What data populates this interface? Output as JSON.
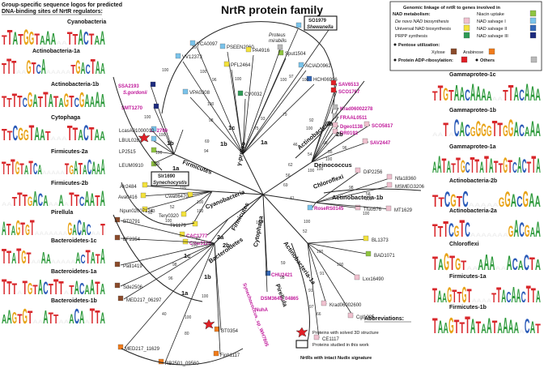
{
  "title": "NrtR protein family",
  "left_header": [
    "Group-specific sequence logos for predicted",
    "DNA-binding sites of NrtR regulators:"
  ],
  "left_logos": [
    {
      "label": "Cyanobacteria",
      "seq": "TTATGGTAAA..TTACTAA"
    },
    {
      "label": "Actinobacteria-1a",
      "seq": "TTT..GTCA.....TGACTAA"
    },
    {
      "label": "Actinobacteria-1b",
      "seq": "TTTTCGATTATAGTCGAAAA"
    },
    {
      "label": "Cytophaga",
      "seq": "TTCGGTAAT...TTACTAA"
    },
    {
      "label": "Firmicutes-2a",
      "seq": "TTTGTATCA.....TGATACAAA"
    },
    {
      "label": "Firmicutes-2b",
      "seq": "..TTTGACA..A.TTCAATA"
    },
    {
      "label": "Pirellula",
      "seq": "ATAGTGT.......GACAC..T"
    },
    {
      "label": "Bacteroidetes-1c",
      "seq": "TTATGT..AA.....ACTATA"
    },
    {
      "label": "Bacteroidetes-1a",
      "seq": "TTT.TGTACTTT.TACAATA"
    },
    {
      "label": "Bacteroidetes-1b",
      "seq": "AAGTGT..ATT..ACA.TTA"
    }
  ],
  "right_logos": [
    {
      "label": "Gammaproteo-1c",
      "seq": "TTGTAACAAAA..TTACAAA"
    },
    {
      "label": "Gammaproteo-1b",
      "seq": "..T.CACGGGGTTGGACAAA"
    },
    {
      "label": "Gammaproteo-1a",
      "seq": "AATATTGCTTATATTGTCACTTA"
    },
    {
      "label": "Actinobacteria-2b",
      "seq": "TTCGTC.....GGACGAA"
    },
    {
      "label": "Actinobacteria-2a",
      "seq": "TTTCGTC.......GACGAA"
    },
    {
      "label": "Chloroflexi",
      "seq": "TAGTGT..AAA..ACACTA"
    },
    {
      "label": "Firmicutes-1a",
      "seq": "TAAGTTGT....TTACAACTTA"
    },
    {
      "label": "Firmicutes-1b",
      "seq": "TAAGTTTATAATAAAA.CAT"
    }
  ],
  "legend": {
    "title": [
      "Genomic linkage of nrtR to genes involved in",
      "NAD metabolism:"
    ],
    "items": [
      {
        "label": "NAD metabolism:",
        "color": ""
      },
      {
        "label": "Niacin uptake",
        "color": "#8fc43f"
      },
      {
        "label": "De novo NAD biosynthesis",
        "color": "#f0c1cf"
      },
      {
        "label": "NAD salvage I",
        "color": "#7ac3ea"
      },
      {
        "label": "Universal NAD biosynthesis",
        "color": "#f3e23b"
      },
      {
        "label": "NAD salvage II",
        "color": "#3468b8"
      },
      {
        "label": "PRPP synthesis",
        "color": "#2f9a56"
      },
      {
        "label": "NAD salvage III",
        "color": "#1d2b7e"
      },
      {
        "label": "Pentose utilization:",
        "color": ""
      },
      {
        "label": "Xylose",
        "color": "#8b4b2b"
      },
      {
        "label": "Arabinose",
        "color": "#f07b1b"
      },
      {
        "label": "Protein ADP-ribosylation:",
        "color": "#e01f26"
      },
      {
        "label": "Others",
        "color": "#b9b9b9"
      }
    ]
  },
  "abbreviations": {
    "title": "Abbreviations:",
    "star_label": "Proteins with solved 3D structure",
    "box_label": "Proteins studied in this work",
    "pink_label": "NrtRs with intact Nudix signature"
  },
  "clade_labels": [
    "Actinobacteria",
    "2a",
    "2b",
    "Deinococcus",
    "γ-proteo",
    "1c",
    "1b",
    "1a",
    "1a",
    "1b",
    "Firmicutes",
    "Cyanobacteria",
    "Chloroflexi",
    "Actinobacteria-1b",
    "Actinobacteria-1a",
    "Firmicutes",
    "2a",
    "2b",
    "Cytophaga",
    "Bacteroidetes",
    "Pirellula",
    "1c",
    "1b",
    "1a"
  ],
  "leaves": [
    {
      "name": "VCA0097",
      "color": "#7ac3ea",
      "pink": false
    },
    {
      "name": "PSEEN2060",
      "color": "#7ac3ea",
      "pink": false
    },
    {
      "name": "PA4916",
      "color": "#f3e23b",
      "pink": false
    },
    {
      "name": "VV12373",
      "color": "#7ac3ea",
      "pink": false
    },
    {
      "name": "PFL2464",
      "color": "#f3e23b",
      "pink": false
    },
    {
      "name": "Proteus",
      "color": "#b9b9b9",
      "pink": false
    },
    {
      "name": "mirabilis",
      "color": "",
      "pink": false
    },
    {
      "name": "SO1979",
      "color": "#7ac3ea",
      "pink": false
    },
    {
      "name": "Shewanella",
      "color": "",
      "pink": false
    },
    {
      "name": "Sput1504",
      "color": "#8fc43f",
      "pink": false
    },
    {
      "name": "ACIAD0962",
      "color": "#7ac3ea",
      "pink": false
    },
    {
      "name": "HCH06996",
      "color": "#3468b8",
      "pink": false
    },
    {
      "name": "CV0032",
      "color": "#2f9a56",
      "pink": false
    },
    {
      "name": "VPA0308",
      "color": "#7ac3ea",
      "pink": false
    },
    {
      "name": "SSA2193",
      "color": "#1d2b7e",
      "pink": true
    },
    {
      "name": "S.gordonii",
      "color": "",
      "pink": true
    },
    {
      "name": "SMT1270",
      "color": "#1d2b7e",
      "pink": true
    },
    {
      "name": "EF2700",
      "color": "#e01f26",
      "pink": true
    },
    {
      "name": "LcasA01000010",
      "color": "#7ac3ea",
      "pink": false
    },
    {
      "name": "LBUL0282",
      "color": "#7ac3ea",
      "pink": false
    },
    {
      "name": "LP2515",
      "color": "#8fc43f",
      "pink": false
    },
    {
      "name": "LEUM0910",
      "color": "#8fc43f",
      "pink": false
    },
    {
      "name": "SAV6513",
      "color": "#e01f26",
      "pink": true
    },
    {
      "name": "SCO1767",
      "color": "#e01f26",
      "pink": true
    },
    {
      "name": "Krad06002278",
      "color": "#b9b9b9",
      "pink": true
    },
    {
      "name": "FRAAL0511",
      "color": "#b9b9b9",
      "pink": true
    },
    {
      "name": "SCO5817",
      "color": "#f0c1cf",
      "pink": true
    },
    {
      "name": "SAV2447",
      "color": "#f0c1cf",
      "pink": true
    },
    {
      "name": "Dgeo1138",
      "color": "#f0c1cf",
      "pink": true
    },
    {
      "name": "DR0192",
      "color": "#f0c1cf",
      "pink": true
    },
    {
      "name": "Slr1690",
      "color": "",
      "pink": false
    },
    {
      "name": "Synechocystis",
      "color": "",
      "pink": false
    },
    {
      "name": "Alr2484",
      "color": "#f3e23b",
      "pink": false
    },
    {
      "name": "Ava0416",
      "color": "#f3e23b",
      "pink": false
    },
    {
      "name": "Cwatt6470",
      "color": "#f3e23b",
      "pink": false
    },
    {
      "name": "Npun02007124",
      "color": "#f3e23b",
      "pink": false
    },
    {
      "name": "Tery0320",
      "color": "#f3e23b",
      "pink": false
    },
    {
      "name": "Tlr1179",
      "color": "#f3e23b",
      "pink": false
    },
    {
      "name": "DIP2256",
      "color": "#f0c1cf",
      "pink": false
    },
    {
      "name": "Nfa18360",
      "color": "#f0c1cf",
      "pink": false
    },
    {
      "name": "MSMEG3206",
      "color": "#f0c1cf",
      "pink": false
    },
    {
      "name": "Tfu0576",
      "color": "#f0c1cf",
      "pink": false
    },
    {
      "name": "MT1629",
      "color": "#f0c1cf",
      "pink": false
    },
    {
      "name": "RoseRS0145",
      "color": "#7ac3ea",
      "pink": true
    },
    {
      "name": "CAC1777",
      "color": "#f3e23b",
      "pink": true
    },
    {
      "name": "Cthe3126",
      "color": "#f3e23b",
      "pink": true
    },
    {
      "name": "CHU2421",
      "color": "#3468b8",
      "pink": true
    },
    {
      "name": "BL1373",
      "color": "#f3e23b",
      "pink": false
    },
    {
      "name": "BAD1071",
      "color": "#8fc43f",
      "pink": false
    },
    {
      "name": "Lxx16490",
      "color": "#f0c1cf",
      "pink": false
    },
    {
      "name": "Krad06002600",
      "color": "#f0c1cf",
      "pink": false
    },
    {
      "name": "Cgl1025",
      "color": "#f0c1cf",
      "pink": false
    },
    {
      "name": "CE1117",
      "color": "#f0c1cf",
      "pink": false
    },
    {
      "name": "BT0791",
      "color": "#8b4b2b",
      "pink": false
    },
    {
      "name": "BF2354",
      "color": "#8b4b2b",
      "pink": false
    },
    {
      "name": "Patl1419",
      "color": "#8b4b2b",
      "pink": false
    },
    {
      "name": "Sde2506",
      "color": "#8b4b2b",
      "pink": false
    },
    {
      "name": "MED217_06297",
      "color": "#8b4b2b",
      "pink": false
    },
    {
      "name": "DSM3645_04865",
      "color": "",
      "pink": true
    },
    {
      "name": "Synechococcus_sp_WH7805",
      "color": "",
      "pink": true
    },
    {
      "name": "NuhA",
      "color": "",
      "pink": true
    },
    {
      "name": "BT0354",
      "color": "#f07b1b",
      "pink": false
    },
    {
      "name": "Fjoh1117",
      "color": "#f07b1b",
      "pink": false
    },
    {
      "name": "MED217_11629",
      "color": "#f07b1b",
      "pink": false
    },
    {
      "name": "RB2501_09560",
      "color": "#f07b1b",
      "pink": false
    }
  ],
  "bootstrap": [
    "100",
    "96",
    "100",
    "100",
    "100",
    "98",
    "75",
    "93",
    "79",
    "100",
    "100",
    "97",
    "100",
    "100",
    "100",
    "100",
    "100",
    "69",
    "94",
    "46",
    "100",
    "99",
    "96",
    "92",
    "55",
    "100",
    "54",
    "62",
    "69",
    "56",
    "100",
    "100",
    "100",
    "63",
    "100",
    "52",
    "100",
    "100",
    "100",
    "58",
    "98",
    "100",
    "41",
    "100",
    "100",
    "100",
    "100",
    "91",
    "91",
    "97",
    "66",
    "52",
    "59",
    "98",
    "92",
    "52",
    "100",
    "98",
    "96",
    "40",
    "100",
    "100",
    "80"
  ]
}
